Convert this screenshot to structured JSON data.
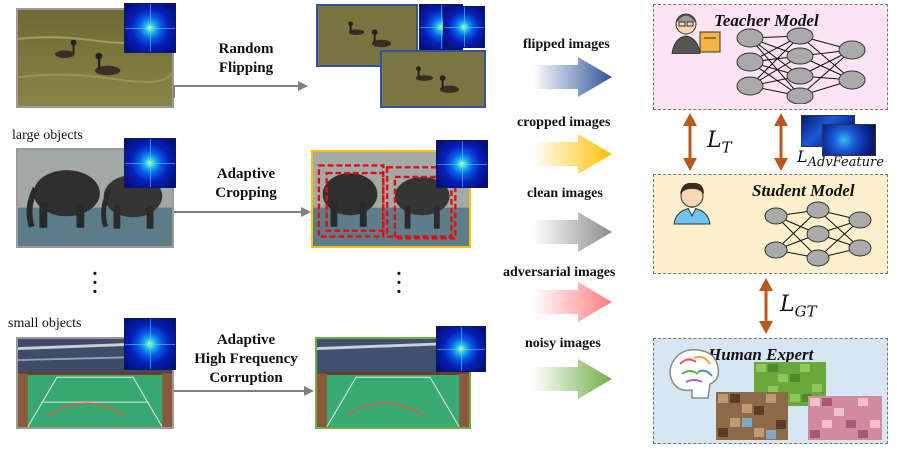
{
  "left_labels": {
    "large_objects": "large objects",
    "small_objects": "small objects"
  },
  "ops": {
    "random_flipping": "Random\nFlipping",
    "adaptive_cropping": "Adaptive\nCropping",
    "adaptive_hf": "Adaptive\nHigh Frequency\nCorruption"
  },
  "streams": [
    {
      "label": "flipped images",
      "color": "#2f5597"
    },
    {
      "label": "cropped images",
      "color": "#ffc000"
    },
    {
      "label": "clean images",
      "color": "#8c8c8c"
    },
    {
      "label": "adversarial images",
      "color": "#ff7c80"
    },
    {
      "label": "noisy images",
      "color": "#70ad47"
    }
  ],
  "teacher": {
    "title": "Teacher Model",
    "bg": "#fde4f2"
  },
  "student": {
    "title": "Student Model",
    "bg": "#fdf0cc"
  },
  "expert": {
    "title": "Human Expert",
    "bg": "#d8e6f3"
  },
  "losses": {
    "lt_main": "L",
    "lt_sub": "T",
    "ladv_main": "L",
    "ladv_sub": "AdvFeature",
    "lgt_main": "L",
    "lgt_sub": "GT"
  },
  "colors": {
    "link_arrow": "#b85a1c",
    "flow_arrow": "#808080"
  }
}
